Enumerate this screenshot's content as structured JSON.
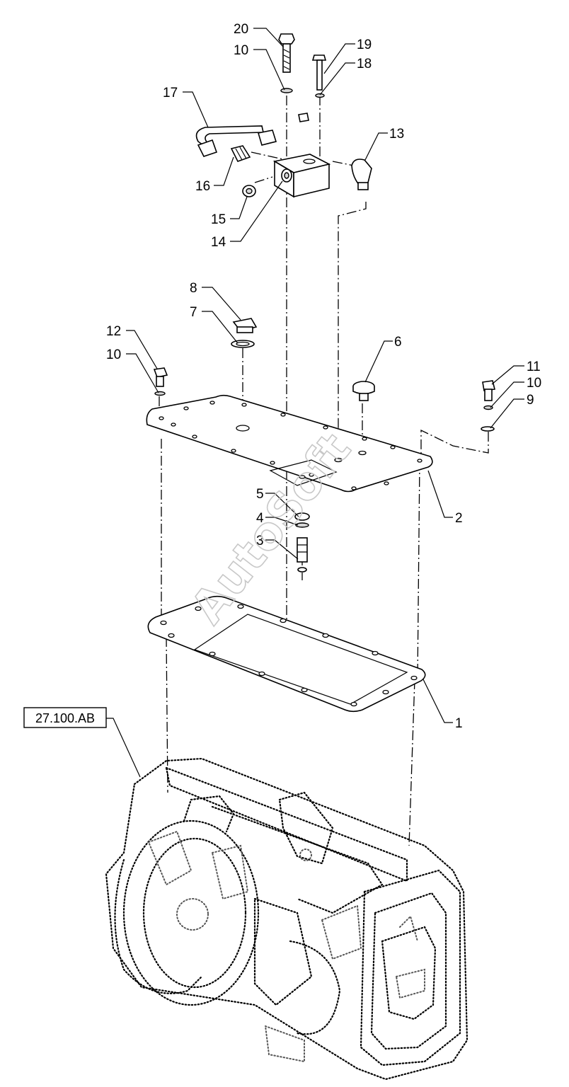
{
  "diagram": {
    "callouts": [
      {
        "id": "c20",
        "text": "20"
      },
      {
        "id": "c10a",
        "text": "10"
      },
      {
        "id": "c19",
        "text": "19"
      },
      {
        "id": "c18",
        "text": "18"
      },
      {
        "id": "c17",
        "text": "17"
      },
      {
        "id": "c13",
        "text": "13"
      },
      {
        "id": "c16",
        "text": "16"
      },
      {
        "id": "c15",
        "text": "15"
      },
      {
        "id": "c14",
        "text": "14"
      },
      {
        "id": "c8",
        "text": "8"
      },
      {
        "id": "c7",
        "text": "7"
      },
      {
        "id": "c12",
        "text": "12"
      },
      {
        "id": "c10b",
        "text": "10"
      },
      {
        "id": "c6",
        "text": "6"
      },
      {
        "id": "c11",
        "text": "11"
      },
      {
        "id": "c10c",
        "text": "10"
      },
      {
        "id": "c9",
        "text": "9"
      },
      {
        "id": "c2",
        "text": "2"
      },
      {
        "id": "c5",
        "text": "5"
      },
      {
        "id": "c4",
        "text": "4"
      },
      {
        "id": "c3",
        "text": "3"
      },
      {
        "id": "c1",
        "text": "1"
      }
    ],
    "reference_label": "27.100.AB",
    "watermark": "AutoSoft"
  }
}
